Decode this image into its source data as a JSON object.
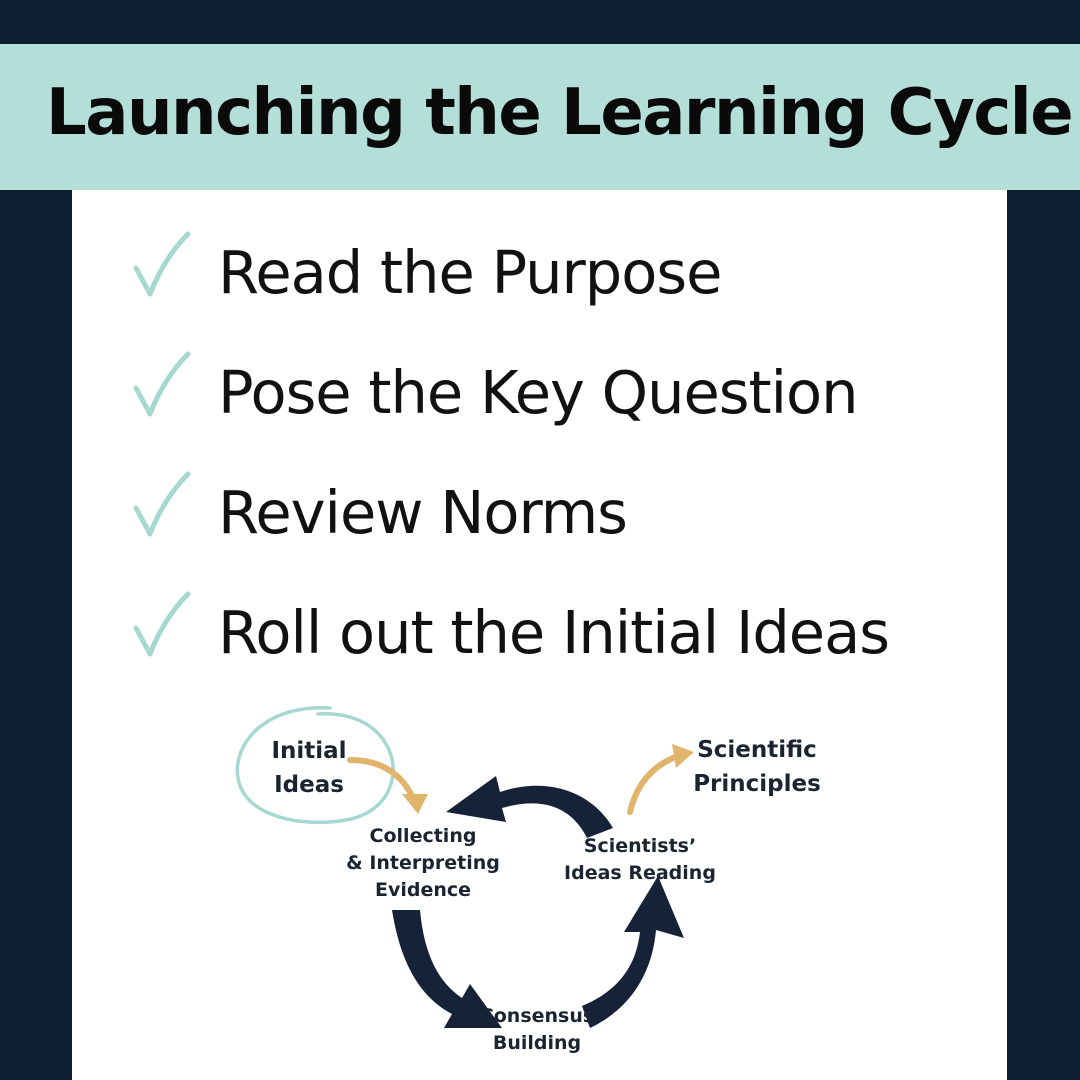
{
  "title": "Launching the Learning Cycle",
  "checklist": {
    "items": [
      {
        "label": "Read the Purpose",
        "icon": "check-icon"
      },
      {
        "label": "Pose the Key Question",
        "icon": "check-icon"
      },
      {
        "label": "Review Norms",
        "icon": "check-icon"
      },
      {
        "label": "Roll out the Initial Ideas",
        "icon": "check-icon"
      }
    ]
  },
  "diagram": {
    "initial_ideas": [
      "Initial",
      "Ideas"
    ],
    "collecting": [
      "Collecting",
      "& Interpreting",
      "Evidence"
    ],
    "scientists": [
      "Scientists’",
      "Ideas Reading"
    ],
    "consensus": [
      "Consensus",
      "Building"
    ],
    "principles": [
      "Scientific",
      "Principles"
    ]
  },
  "colors": {
    "navy": "#0f1f33",
    "mint": "#b4ded8",
    "check": "#a7d8cf",
    "gold": "#e0b46a",
    "arrow": "#152238"
  }
}
